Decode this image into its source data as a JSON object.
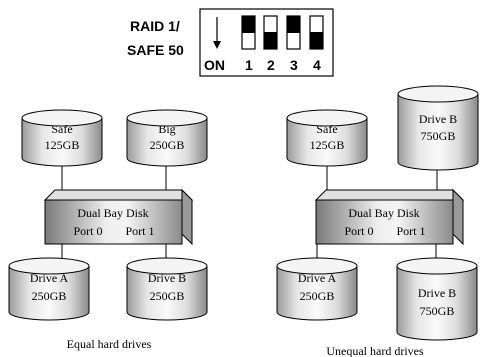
{
  "dip_switch": {
    "mode_line1": "RAID 1/",
    "mode_line2": "SAFE 50",
    "on_label": "ON",
    "switches": [
      {
        "number": "1",
        "position": "off"
      },
      {
        "number": "2",
        "position": "on"
      },
      {
        "number": "3",
        "position": "off"
      },
      {
        "number": "4",
        "position": "on"
      }
    ]
  },
  "left_config": {
    "top_disks": [
      {
        "name": "Safe",
        "size": "125GB"
      },
      {
        "name": "Big",
        "size": "250GB"
      }
    ],
    "enclosure": {
      "title": "Dual Bay Disk",
      "port0": "Port 0",
      "port1": "Port 1"
    },
    "drives": [
      {
        "name": "Drive A",
        "size": "250GB"
      },
      {
        "name": "Drive B",
        "size": "250GB"
      }
    ],
    "caption": "Equal hard drives"
  },
  "right_config": {
    "top_disks": [
      {
        "name": "Safe",
        "size": "125GB"
      },
      {
        "name": "Drive B",
        "size": "750GB"
      }
    ],
    "enclosure": {
      "title": "Dual Bay Disk",
      "port0": "Port 0",
      "port1": "Port 1"
    },
    "drives": [
      {
        "name": "Drive A",
        "size": "250GB"
      },
      {
        "name": "Drive B",
        "size": "750GB"
      }
    ],
    "caption": "Unequal hard drives"
  },
  "colors": {
    "line": "#000000",
    "switch_fill": "#000000",
    "cylinder_light": "#f4f4f4",
    "cylinder_dark": "#8a8a8a",
    "box_light": "#eeeeee",
    "box_dark": "#7a7a7a"
  }
}
